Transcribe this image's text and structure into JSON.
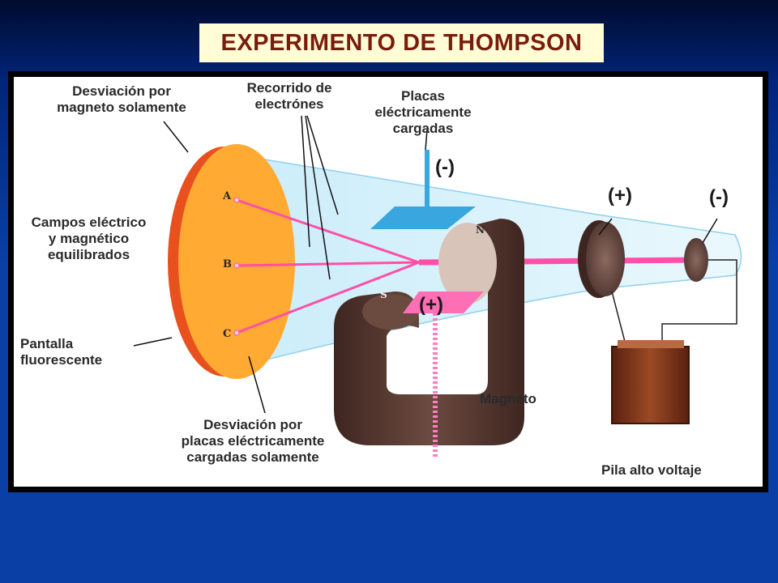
{
  "title": "EXPERIMENTO DE THOMPSON",
  "labels": {
    "deviation_magnet": "Desviación por\nmagneto solamente",
    "electron_path": "Recorrido de\nelectrónes",
    "charged_plates": "Placas\neléctricamente\ncargadas",
    "balanced_fields": "Campos eléctrico\ny  magnético\nequilibrados",
    "screen": "Pantalla\nfluorescente",
    "deviation_plates": "Desviación por\nplacas eléctricamente\ncargadas solamente",
    "magnet": "Magneto",
    "battery": "Pila alto voltaje"
  },
  "signs": {
    "plate_top": "(-)",
    "plate_bottom": "(+)",
    "anode": "(+)",
    "cathode": "(-)"
  },
  "points": {
    "a": "A",
    "b": "B",
    "c": "C"
  },
  "poles": {
    "north": "N",
    "south": "S"
  },
  "colors": {
    "title_text": "#7a1c0b",
    "title_bg": "#fffcd6",
    "screen": "#ffaa33",
    "screen_edge": "#e8501e",
    "beam": "#ff4fa8",
    "plate": "#3aa6e0",
    "magnet": "#5a3a30",
    "tube": "#d8f1fb"
  }
}
